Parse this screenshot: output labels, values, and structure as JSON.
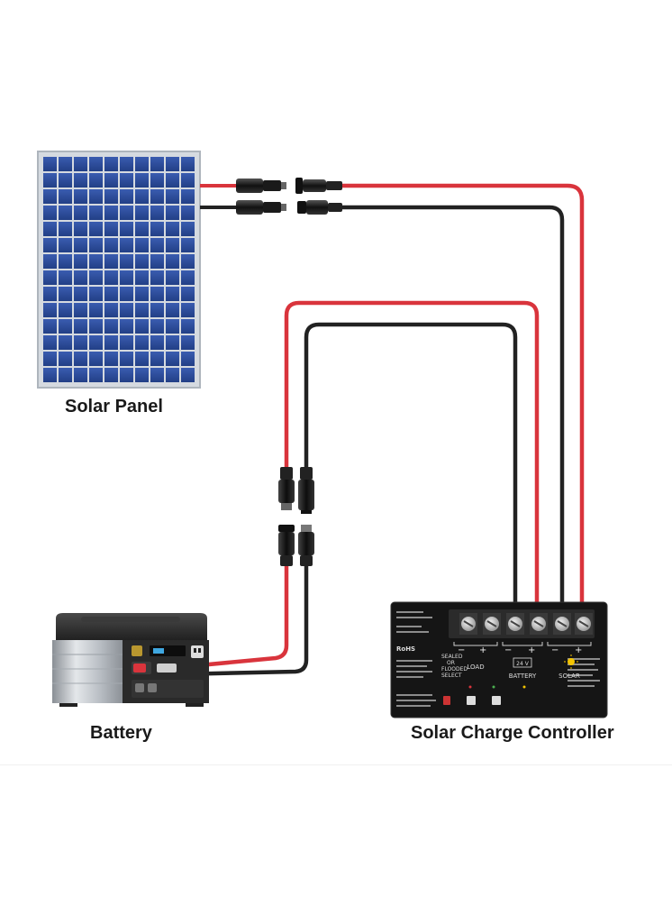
{
  "labels": {
    "solar_panel": "Solar Panel",
    "battery": "Battery",
    "solar_charge_controller": "Solar Charge Controller"
  },
  "controller": {
    "brand_left": "RoHS",
    "terminal_groups": [
      "LOAD",
      "BATTERY",
      "SOLAR"
    ],
    "battery_select_lines": [
      "SEALED",
      "OR",
      "FLOODED",
      "SELECT"
    ],
    "voltage_badge": "24 V"
  },
  "colors": {
    "positive_wire": "#d9343c",
    "negative_wire": "#222222",
    "panel_cell": "#2d4c9a",
    "panel_frame": "#c9cfd6",
    "controller_body": "#151515",
    "battery_case": "#2a2a2a"
  }
}
